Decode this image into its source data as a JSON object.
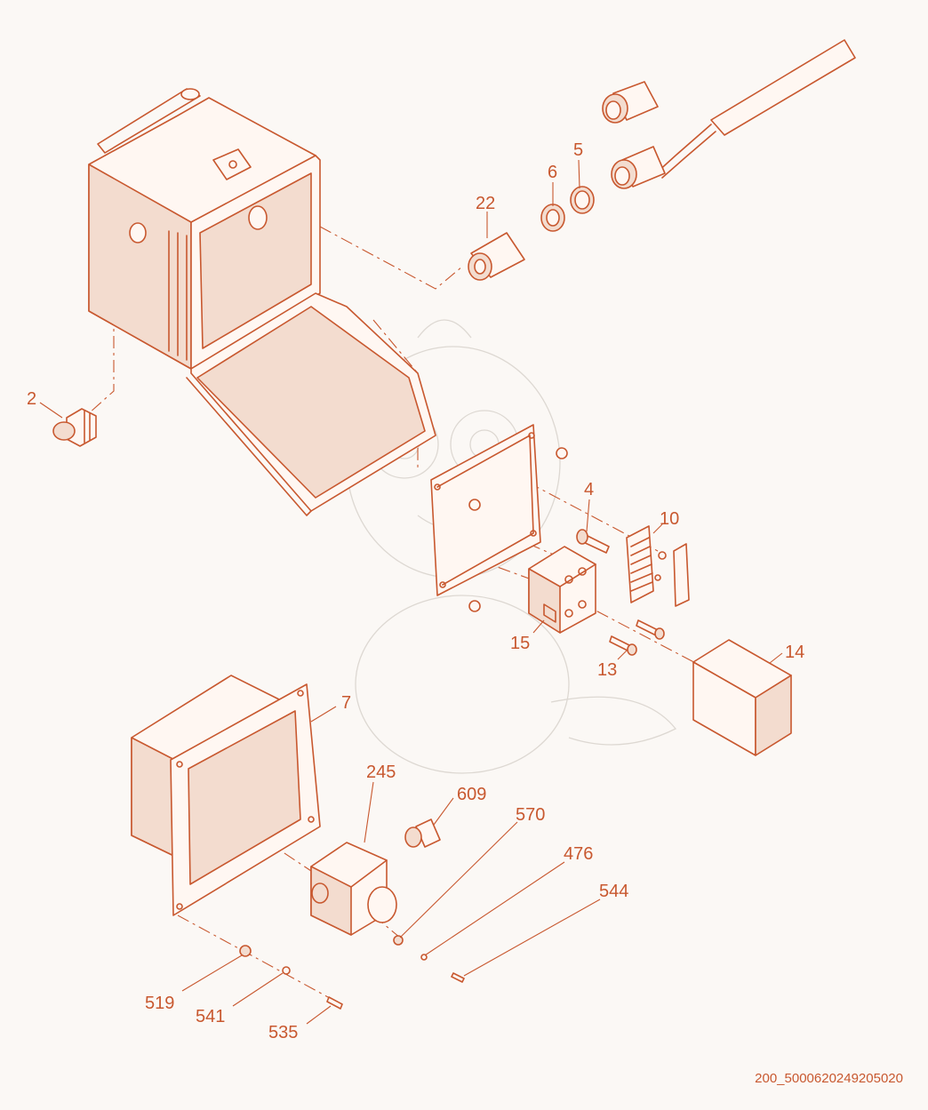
{
  "labels": {
    "p2": "2",
    "p22": "22",
    "p6": "6",
    "p5": "5",
    "p4": "4",
    "p10": "10",
    "p15": "15",
    "p13": "13",
    "p14": "14",
    "p7": "7",
    "p245": "245",
    "p609": "609",
    "p570": "570",
    "p476": "476",
    "p544": "544",
    "p519": "519",
    "p541": "541",
    "p535": "535"
  },
  "drawing_code": "200_5000620249205020",
  "colors": {
    "line": "#c8582f",
    "background": "#fbf8f5",
    "watermark": "#ddd8d2"
  }
}
